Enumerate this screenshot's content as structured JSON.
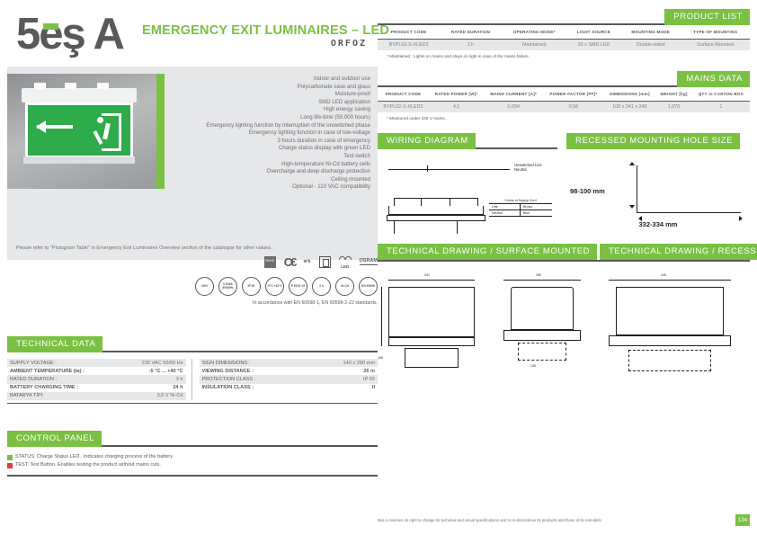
{
  "header": {
    "logo_text": "5eş A",
    "title": "EMERGENCY EXIT LUMINAIRES – LED",
    "subtitle": "ORFOZ"
  },
  "features": [
    "Indoor and outdoor use",
    "Polycarbonate case and glass",
    "Moisture-proof",
    "SMD LED application",
    "High energy saving",
    "Long life-time (50.000 hours)",
    "Emergency lighting function by interruption of the unswitched phase",
    "Emergency lighting function in case of low-voltage",
    "3 hours duration in case of emergency",
    "Charge status display with green LED",
    "Test switch",
    "High-temperature Ni-Cd battery cells",
    "Overcharge and deep discharge protection",
    "Ceiling mounted",
    "Optional - 110 VAC compatibility"
  ],
  "pictogram_note": "Please refer to \"Pictogram Table\" in Emergency Exit Luminaires Overview section of the catalogue for other values.",
  "certifications": {
    "icons": [
      "rohs-icon",
      "ce-icon",
      "no-water-icon",
      "class-ii-icon",
      "led-icon",
      "osram-icon"
    ],
    "badges": [
      "230V",
      "0,034A 50/60Hz",
      "IP 65",
      "-5°C +40°C",
      "P 65 IK 03",
      "3 h",
      "Ni-Cd",
      "EN 60598"
    ],
    "standards_note": "In accordance with EN 60598-1, EN 60598-2-22 standards."
  },
  "product_list": {
    "heading": "PRODUCT LIST",
    "columns": [
      "PRODUCT CODE",
      "RATED DURATION",
      "OPERATING MODE*",
      "LIGHT SOURCE",
      "MOUNTING MODE",
      "TYPE OF MOUNTING"
    ],
    "rows": [
      [
        "BYPL02-S-XLED2",
        "3 h",
        "Maintained",
        "20 x SMD LED",
        "Double-sided",
        "Surface Mounted"
      ]
    ],
    "note": "* Maintained : Lights on mains and stays on light in case of the mains failure."
  },
  "mains_data": {
    "heading": "MAINS DATA",
    "columns": [
      "PRODUCT CODE",
      "RATED POWER [W]*",
      "MAINS CURRENT [A]*",
      "POWER FACTOR [PF]*",
      "DIMENSIONS [mm]",
      "WEIGHT [kg]",
      "QTY in CARTON BOX"
    ],
    "rows": [
      [
        "BYPL02-S-XLED2",
        "4,5",
        "0,034",
        "0,58",
        "108 x 341 x 245",
        "1,070",
        "1"
      ]
    ],
    "note": "* Measured under 230 V mains."
  },
  "wiring": {
    "heading": "WIRING DIAGRAM",
    "line_label": "Unswitched Line\nNeutral",
    "table_title": "Colors of Supply Cord",
    "table_rows": [
      [
        "Line",
        "Brown"
      ],
      [
        "Neutral",
        "Blue"
      ]
    ]
  },
  "recessed": {
    "heading": "RECESSED MOUNTING HOLE SIZE",
    "height": "98-100 mm",
    "width": "332-334 mm"
  },
  "technical_data": {
    "heading": "TECHNICAL DATA",
    "left": [
      {
        "label": "SUPPLY VOLTAGE :",
        "value": "230 VAC 50/60 Hz",
        "bold": false
      },
      {
        "label": "AMBIENT TEMPERATURE (ta) :",
        "value": "-5 °C ... +40 °C",
        "bold": true
      },
      {
        "label": "RATED DURATION :",
        "value": "3 h",
        "bold": false
      },
      {
        "label": "BATTERY CHARGING TIME :",
        "value": "24 h",
        "bold": true
      },
      {
        "label": "BATARYA TİPİ:",
        "value": "3,6 V Ni-Cd",
        "bold": false
      }
    ],
    "right": [
      {
        "label": "SIGN DIMENSIONS :",
        "value": "140 x 280 mm",
        "bold": false
      },
      {
        "label": "VIEWING DISTANCE :",
        "value": "26 m",
        "bold": true
      },
      {
        "label": "PROTECTION CLASS :",
        "value": "IP 65",
        "bold": false
      },
      {
        "label": "INSULATION CLASS :",
        "value": "II",
        "bold": true
      }
    ]
  },
  "control_panel": {
    "heading": "CONTROL PANEL",
    "items": [
      {
        "color": "#7ac143",
        "text": "STATUS: Charge Status LED . Indicates charging process of the battery."
      },
      {
        "color": "#e03a3e",
        "text": "TEST: Test Button. Enables testing the product without mains cuts."
      }
    ]
  },
  "drawings": {
    "surface_heading": "TECHNICAL DRAWING / SURFACE MOUNTED",
    "recessed_heading": "TECHNICAL DRAWING / RECESSED",
    "dims": [
      "341",
      "245",
      "108",
      "280",
      "140"
    ]
  },
  "footer": {
    "disclaimer": "Beş A reserves its right to change its technical and visual specifications and to re-discontinue its products and those of its remodels.",
    "page": "134"
  }
}
